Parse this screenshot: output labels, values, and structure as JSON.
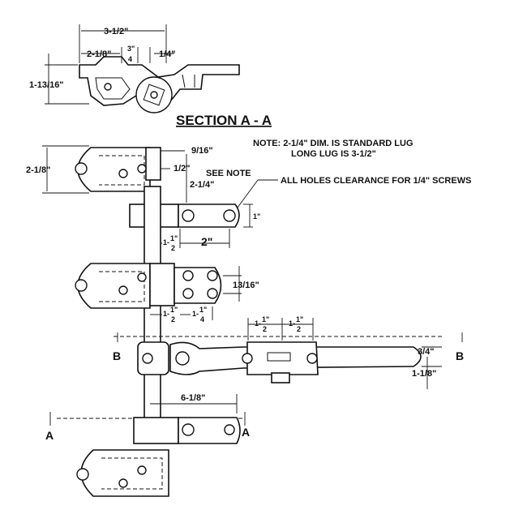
{
  "figure": {
    "section_title": "SECTION A - A",
    "notes": {
      "line1": "NOTE: 2-1/4\" DIM. IS STANDARD LUG",
      "line2": "LONG LUG IS 3-1/2\"",
      "see_note": "SEE NOTE",
      "holes": "ALL HOLES CLEARANCE FOR 1/4\" SCREWS"
    },
    "section_markers": {
      "a": "A",
      "b": "B"
    },
    "dimensions": {
      "top_width": "3-1/2\"",
      "top_offset": "2-1/8\"",
      "top_three_quarter_num": "3\"",
      "top_three_quarter_den": "4",
      "top_quarter": "1/4\"",
      "top_height": "1-13/16\"",
      "hinge_height": "2-1/8\"",
      "nine_sixteenths": "9/16\"",
      "half": "1/2\"",
      "lug_standard": "2-1/4\"",
      "tick_one": "1\"",
      "one_and_half_whole": "1-",
      "one_and_half_num": "1\"",
      "one_and_half_den": "2",
      "two_inch": "2\"",
      "thirteen_sixteenths": "13/16\"",
      "one_and_quarter_den": "4",
      "three_quarter": "3/4\"",
      "one_and_eighth": "1-1/8\"",
      "six_and_eighth": "6-1/8\""
    }
  }
}
